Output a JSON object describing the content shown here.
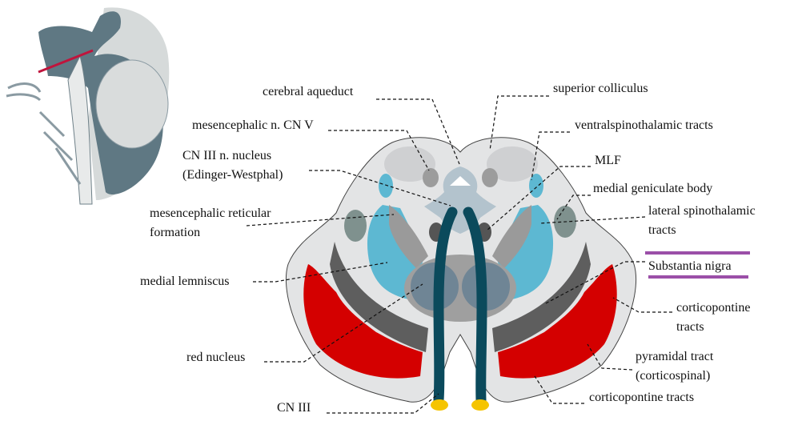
{
  "labels": {
    "cerebral_aqueduct": "cerebral aqueduct",
    "superior_colliculus": "superior colliculus",
    "mesencephalic_n_cn_v": "mesencephalic n. CN V",
    "ventralspinothalamic": "ventralspinothalamic tracts",
    "cn3_nucleus_1": "CN III n. nucleus",
    "cn3_nucleus_2": "(Edinger-Westphal)",
    "mlf": "MLF",
    "medial_geniculate": "medial geniculate body",
    "reticular_1": "mesencephalic reticular",
    "reticular_2": "formation",
    "lateral_spino_1": "lateral spinothalamic",
    "lateral_spino_2": "tracts",
    "substantia_nigra": "Substantia nigra",
    "medial_lemniscus": "medial lemniscus",
    "corticopontine_r_1": "corticopontine",
    "corticopontine_r_2": "tracts",
    "red_nucleus": "red nucleus",
    "pyramidal_1": "pyramidal tract",
    "pyramidal_2": "(corticospinal)",
    "cn3": "CN III",
    "corticopontine_bottom": "corticopontine tracts"
  },
  "colors": {
    "highlight": "#9b4fa8",
    "pyramidal_red": "#d40000",
    "spinothalamic_blue": "#5db8d2",
    "nerve_teal": "#0b4a5c",
    "nerve_end_yellow": "#f5c400",
    "tissue_gray": "#e3e4e5"
  }
}
